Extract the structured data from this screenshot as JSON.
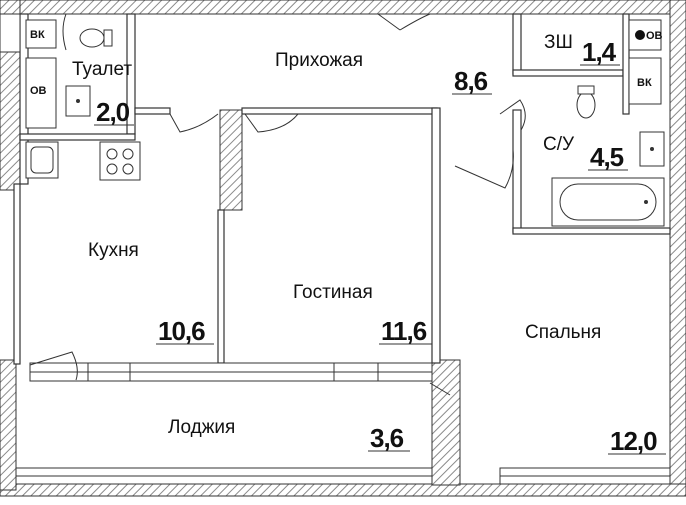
{
  "rooms": [
    {
      "id": "toilet",
      "name": "Туалет",
      "area": "2,0"
    },
    {
      "id": "hallway",
      "name": "Прихожая",
      "area": "8,6"
    },
    {
      "id": "closet",
      "name": "ЗШ",
      "area": "1,4"
    },
    {
      "id": "bathroom",
      "name": "С/У",
      "area": "4,5"
    },
    {
      "id": "kitchen",
      "name": "Кухня",
      "area": "10,6"
    },
    {
      "id": "living",
      "name": "Гостиная",
      "area": "11,6"
    },
    {
      "id": "bedroom",
      "name": "Спальня",
      "area": "12,0"
    },
    {
      "id": "loggia",
      "name": "Лоджия",
      "area": "3,6"
    }
  ],
  "tags": {
    "vk": "ВК",
    "ov": "ОВ"
  },
  "colors": {
    "wall": "#333333",
    "hatch": "#9a9a9a",
    "background": "#ffffff"
  }
}
